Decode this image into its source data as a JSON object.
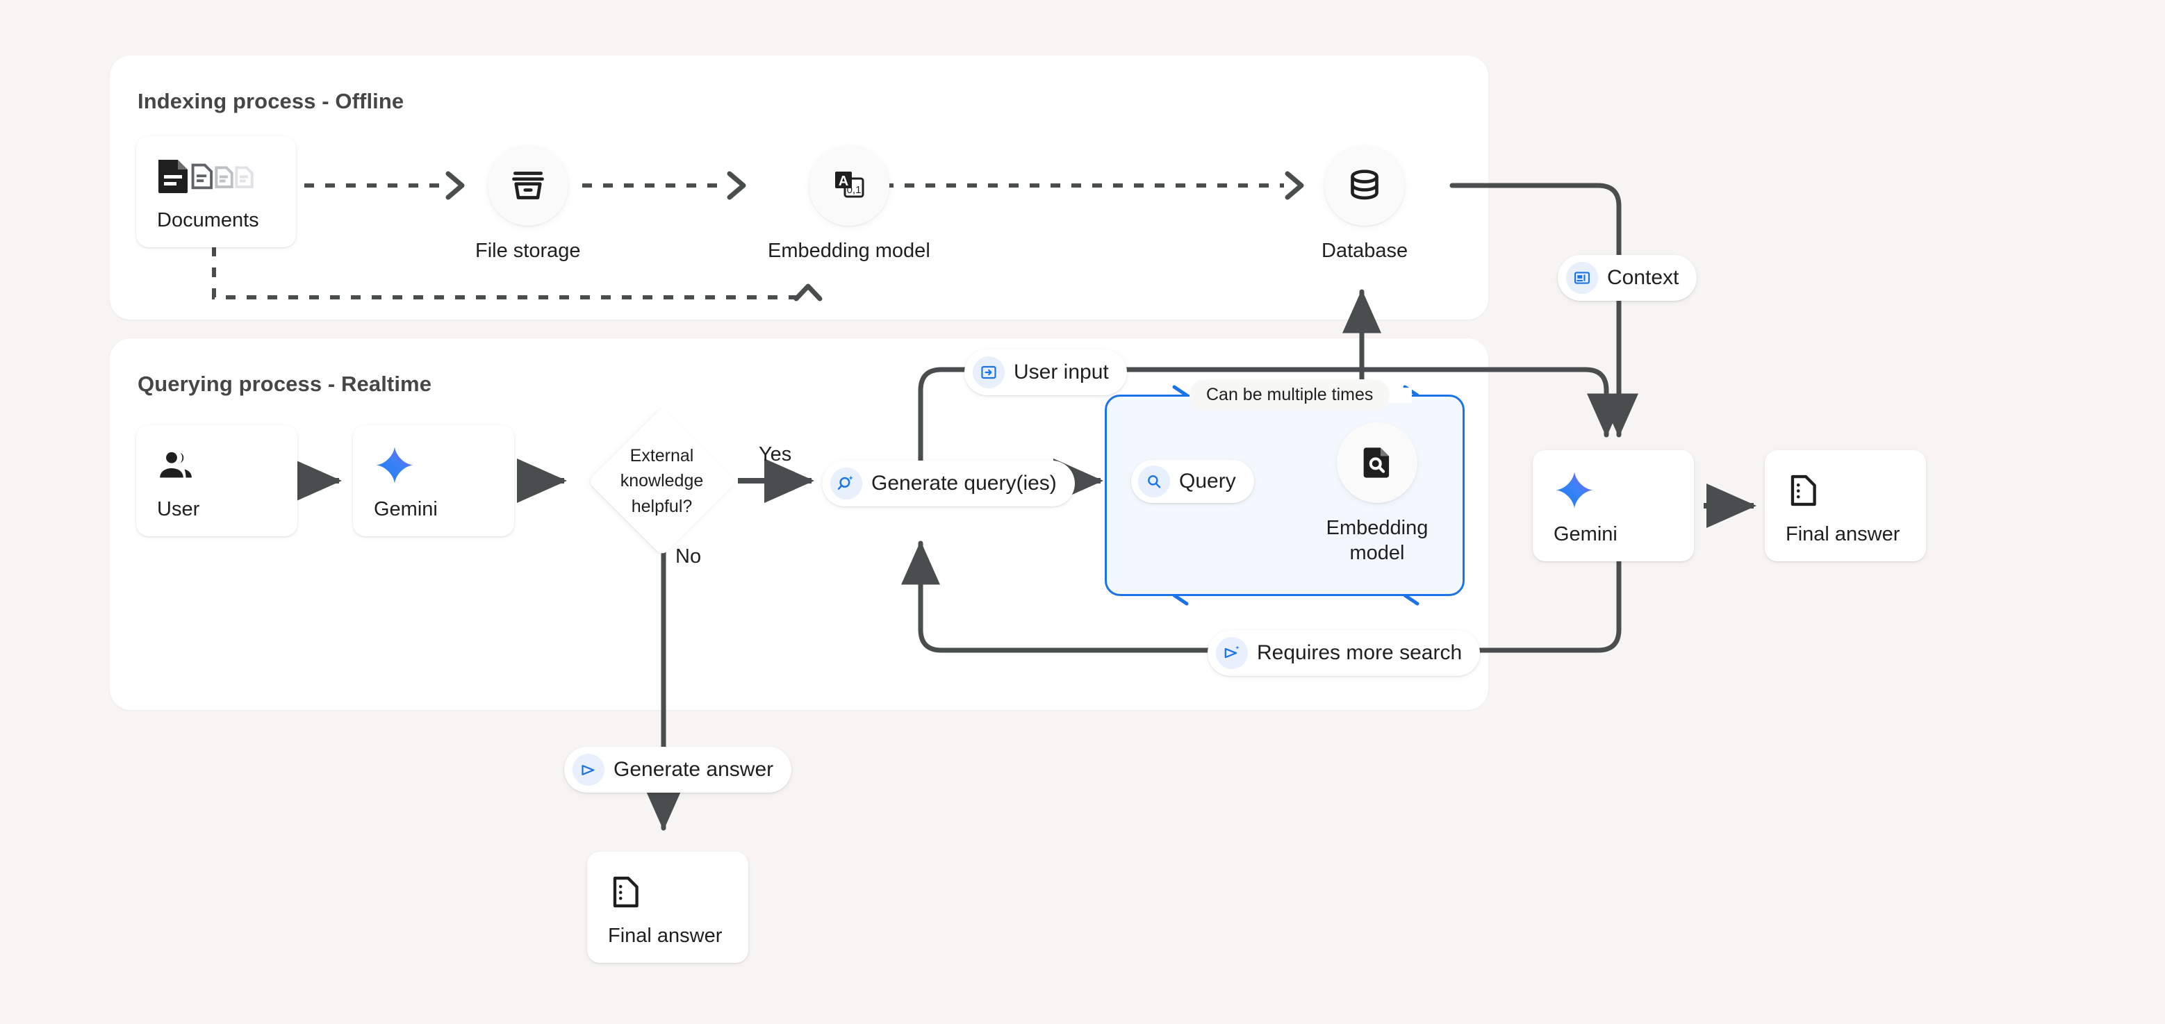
{
  "page": {
    "background": "#f6f5f3",
    "accent_blue": "#1a73e8",
    "line_color": "#4a4d4e"
  },
  "panels": [
    {
      "id": "indexing",
      "title": "Indexing process - Offline"
    },
    {
      "id": "querying",
      "title": "Querying process - Realtime"
    }
  ],
  "indexing": {
    "documents": {
      "label": "Documents",
      "icon": "documents-icon"
    },
    "file_storage": {
      "label": "File storage",
      "icon": "file-storage-icon"
    },
    "embedding_model": {
      "label": "Embedding model",
      "icon": "embedding-model-icon"
    },
    "database": {
      "label": "Database",
      "icon": "database-icon"
    }
  },
  "querying": {
    "user": {
      "label": "User",
      "icon": "user-group-icon"
    },
    "gemini_left": {
      "label": "Gemini",
      "icon": "gemini-sparkle-icon"
    },
    "decision": {
      "line1": "External",
      "line2": "knowledge",
      "line3": "helpful?"
    },
    "yes_label": "Yes",
    "no_label": "No",
    "generate_queries": {
      "label": "Generate query(ies)",
      "icon": "search-sparkle-icon"
    },
    "query": {
      "label": "Query",
      "icon": "search-icon"
    },
    "embedding_model": {
      "label": "Embedding model",
      "icon": "document-search-icon"
    },
    "loop_note": {
      "label": "Can be multiple times"
    },
    "requires_more_search": {
      "label": "Requires more search",
      "icon": "send-sparkle-icon"
    },
    "user_input": {
      "label": "User input",
      "icon": "input-icon"
    },
    "context": {
      "label": "Context",
      "icon": "article-icon"
    },
    "gemini_right": {
      "label": "Gemini",
      "icon": "gemini-sparkle-icon"
    },
    "final_answer_right": {
      "label": "Final answer",
      "icon": "answer-doc-icon"
    }
  },
  "bottom": {
    "generate_answer": {
      "label": "Generate answer",
      "icon": "send-icon"
    },
    "final_answer": {
      "label": "Final answer",
      "icon": "answer-doc-icon"
    }
  }
}
